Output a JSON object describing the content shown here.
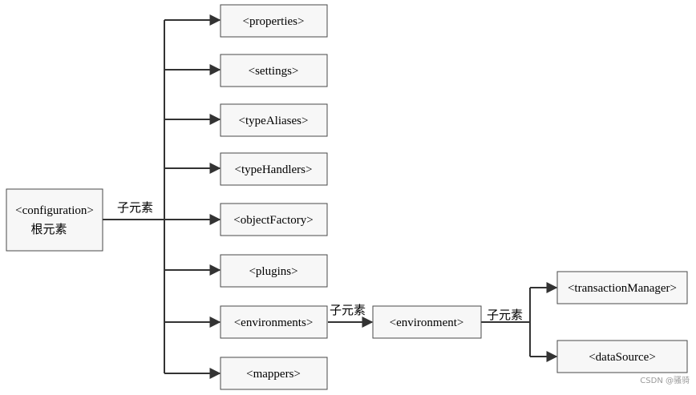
{
  "root": {
    "tag": "<configuration>",
    "caption": "根元素"
  },
  "edge_labels": {
    "root_children": "子元素",
    "environments_children": "子元素",
    "environment_children": "子元素"
  },
  "config_children": [
    "<properties>",
    "<settings>",
    "<typeAliases>",
    "<typeHandlers>",
    "<objectFactory>",
    "<plugins>",
    "<environments>",
    "<mappers>"
  ],
  "environment": "<environment>",
  "environment_children": [
    "<transactionManager>",
    "<dataSource>"
  ],
  "watermark": "CSDN @骚骑"
}
